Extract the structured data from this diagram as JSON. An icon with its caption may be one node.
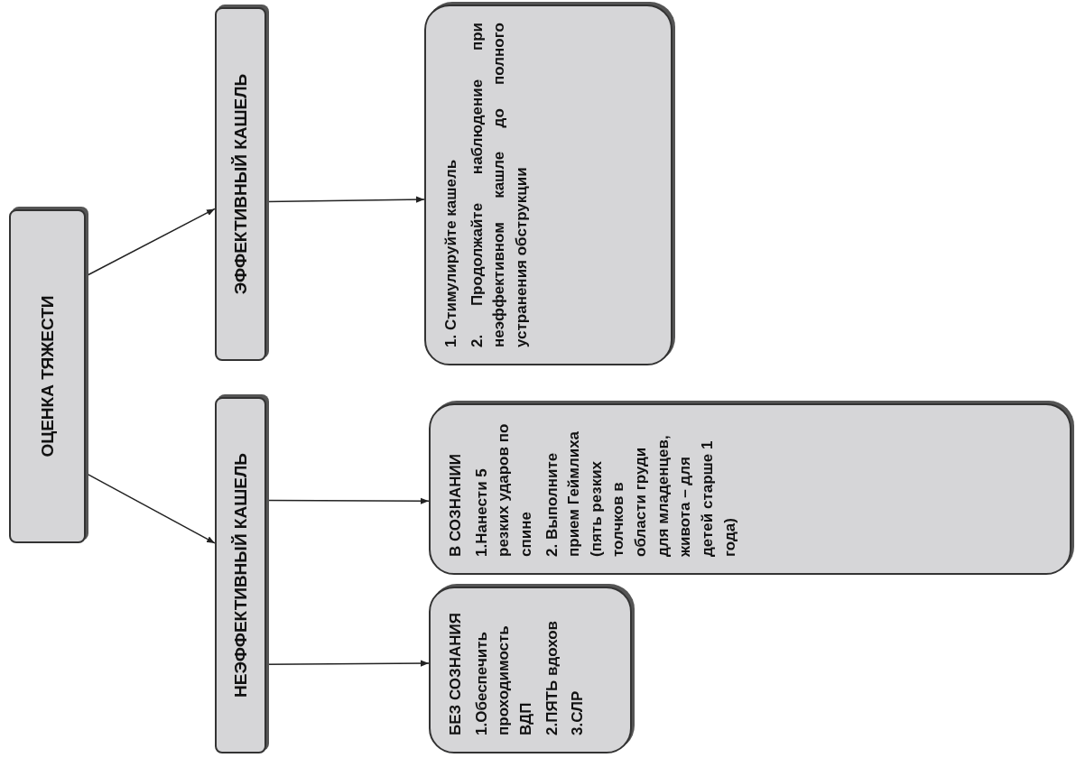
{
  "diagram": {
    "nodes": [
      {
        "text": [
          "ОЦЕНКА ТЯЖЕСТИ"
        ]
      },
      {
        "text": [
          "НЕЭФФЕКТИВНЫЙ КАШЕЛЬ"
        ]
      },
      {
        "text": [
          "ЭФФЕКТИВНЫЙ КАШЕЛЬ"
        ]
      },
      {
        "text": [
          "БЕЗ СОЗНАНИЯ",
          "1.Обеспечить проходимость ВДП",
          "2.ПЯТЬ вдохов",
          "3.СЛР"
        ]
      },
      {
        "text": [
          "В СОЗНАНИИ",
          "1.Нанести 5 резких ударов по спине",
          "2. Выполните прием Геймлиха (пять резких толчков в области груди для младенцев, живота – для детей старше 1 года)"
        ]
      },
      {
        "text": [
          "1. Стимулируйте кашель",
          "2. Продолжайте наблюдение при неэффективном кашле до полного устранения обструкции"
        ]
      }
    ],
    "edges": [
      {
        "from": 0,
        "to": 1,
        "arrow": "to"
      },
      {
        "from": 0,
        "to": 2,
        "arrow": "to"
      },
      {
        "from": 1,
        "to": 3,
        "arrow": "to"
      },
      {
        "from": 1,
        "to": 4,
        "arrow": "to"
      },
      {
        "from": 2,
        "to": 5,
        "arrow": "to"
      }
    ]
  }
}
